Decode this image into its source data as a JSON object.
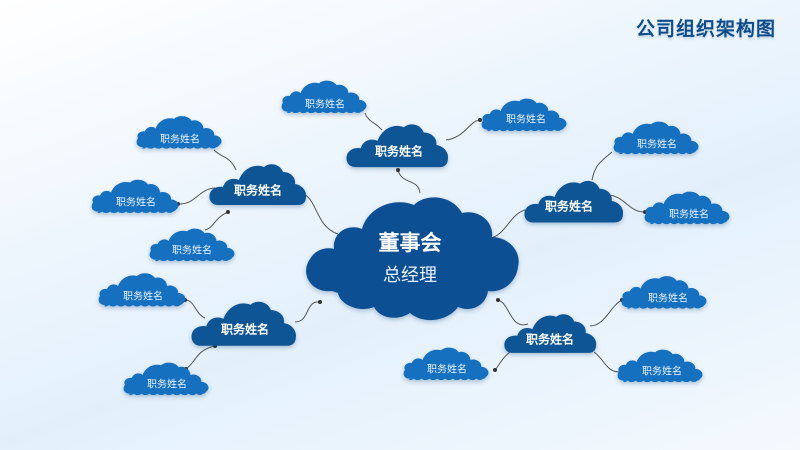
{
  "title": "公司组织架构图",
  "colors": {
    "center_cloud": "#0f4f93",
    "mid_cloud": "#115595",
    "leaf_cloud": "#1270c0",
    "connector": "#555555",
    "title": "#0f4c8a"
  },
  "center": {
    "line1": "董事会",
    "line2": "总经理"
  },
  "branches": [
    {
      "id": "top",
      "label": "职务姓名",
      "children": [
        {
          "label": "职务姓名"
        },
        {
          "label": "职务姓名"
        }
      ]
    },
    {
      "id": "upper-left",
      "label": "职务姓名",
      "children": [
        {
          "label": "职务姓名"
        },
        {
          "label": "职务姓名"
        },
        {
          "label": "职务姓名"
        }
      ]
    },
    {
      "id": "lower-left",
      "label": "职务姓名",
      "children": [
        {
          "label": "职务姓名"
        },
        {
          "label": "职务姓名"
        }
      ]
    },
    {
      "id": "upper-right",
      "label": "职务姓名",
      "children": [
        {
          "label": "职务姓名"
        },
        {
          "label": "职务姓名"
        }
      ]
    },
    {
      "id": "lower-right",
      "label": "职务姓名",
      "children": [
        {
          "label": "职务姓名"
        },
        {
          "label": "职务姓名"
        },
        {
          "label": "职务姓名"
        }
      ]
    }
  ]
}
